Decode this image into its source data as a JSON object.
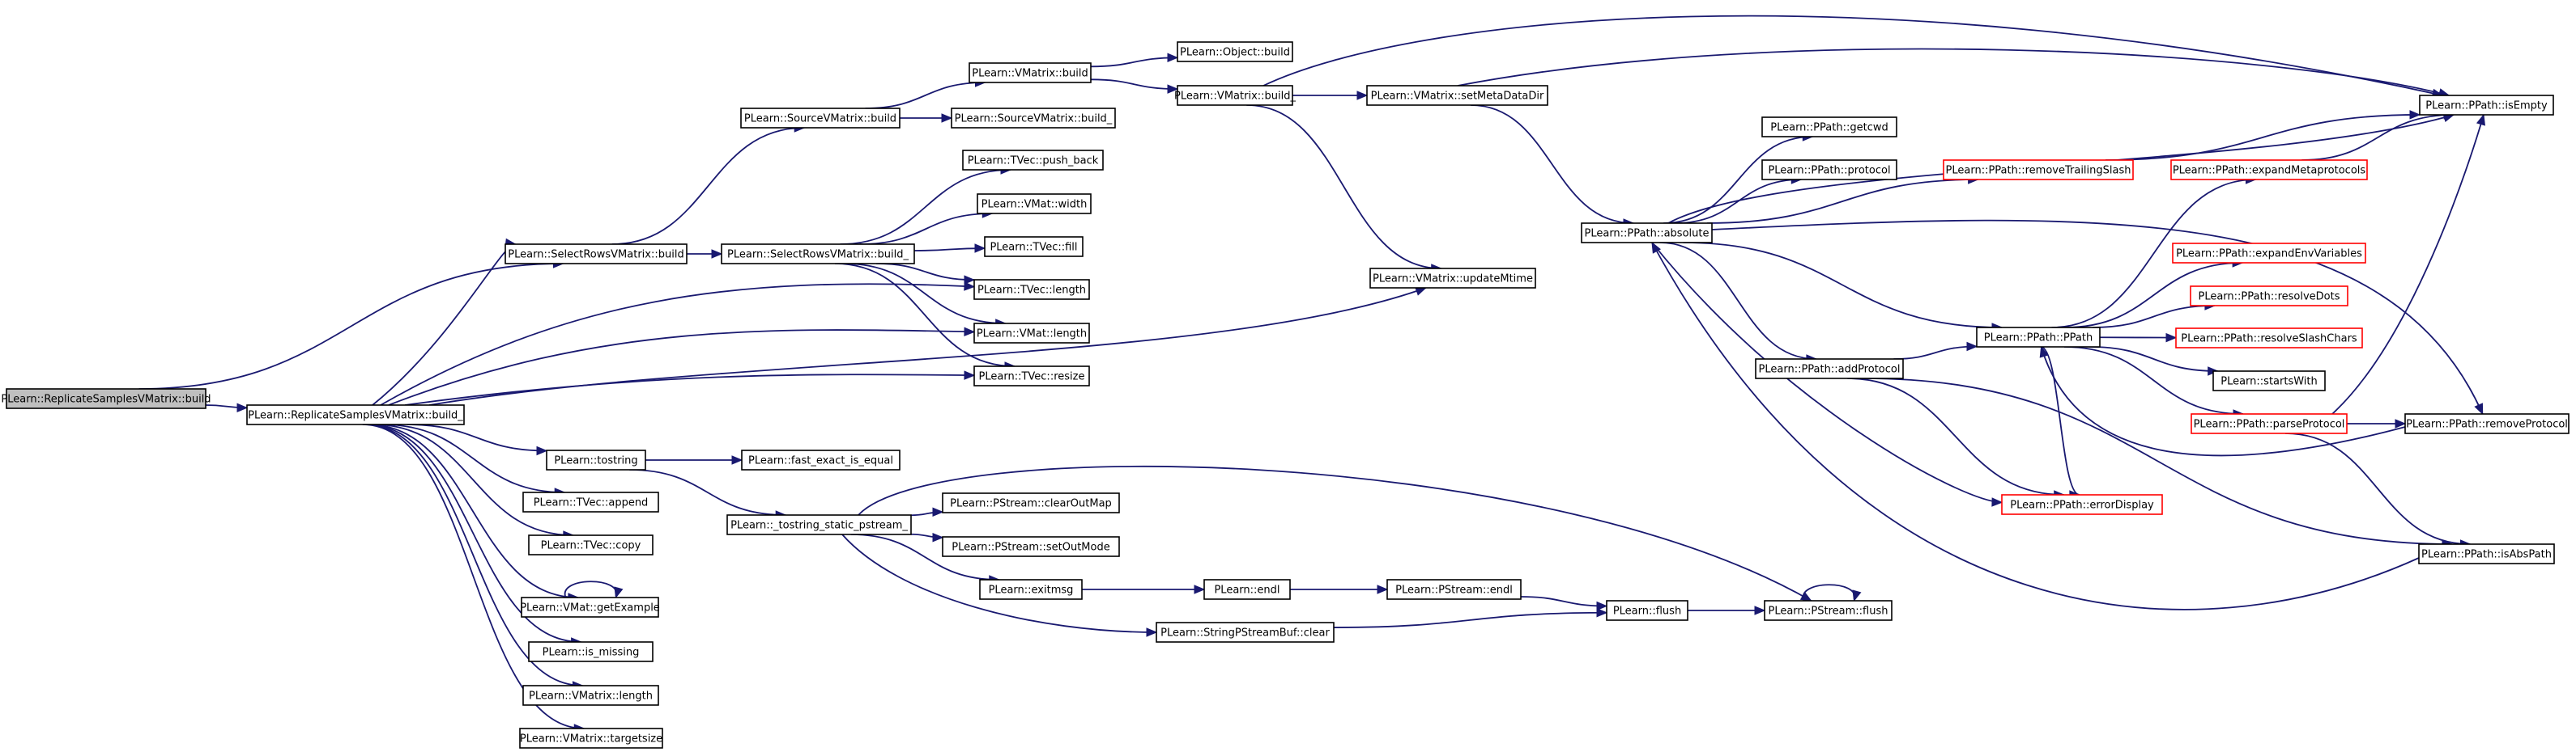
{
  "diagram": {
    "colors": {
      "edge": "#191970",
      "normal_border": "#000000",
      "truncated_border": "#ff0000",
      "root_fill": "#bfbfbf",
      "node_fill": "#ffffff"
    },
    "nodes": [
      {
        "id": "root",
        "label": "PLearn::ReplicateSamplesVMatrix::build",
        "style": "root"
      },
      {
        "id": "rsbuild_",
        "label": "PLearn::ReplicateSamplesVMatrix::build_"
      },
      {
        "id": "srbuild",
        "label": "PLearn::SelectRowsVMatrix::build"
      },
      {
        "id": "srbuild_",
        "label": "PLearn::SelectRowsVMatrix::build_"
      },
      {
        "id": "svbuild",
        "label": "PLearn::SourceVMatrix::build"
      },
      {
        "id": "svbuild_",
        "label": "PLearn::SourceVMatrix::build_"
      },
      {
        "id": "vmbuild",
        "label": "PLearn::VMatrix::build"
      },
      {
        "id": "objbuild",
        "label": "PLearn::Object::build"
      },
      {
        "id": "vmbuild_",
        "label": "PLearn::VMatrix::build_"
      },
      {
        "id": "setmeta",
        "label": "PLearn::VMatrix::setMetaDataDir"
      },
      {
        "id": "updmtime",
        "label": "PLearn::VMatrix::updateMtime"
      },
      {
        "id": "pushback",
        "label": "PLearn::TVec::push_back"
      },
      {
        "id": "vmatwidth",
        "label": "PLearn::VMat::width"
      },
      {
        "id": "tvecfill",
        "label": "PLearn::TVec::fill"
      },
      {
        "id": "tveclength",
        "label": "PLearn::TVec::length"
      },
      {
        "id": "vmatlength",
        "label": "PLearn::VMat::length"
      },
      {
        "id": "tvecresize",
        "label": "PLearn::TVec::resize"
      },
      {
        "id": "tostring",
        "label": "PLearn::tostring"
      },
      {
        "id": "fastequal",
        "label": "PLearn::fast_exact_is_equal"
      },
      {
        "id": "append",
        "label": "PLearn::TVec::append"
      },
      {
        "id": "copy",
        "label": "PLearn::TVec::copy"
      },
      {
        "id": "getexample",
        "label": "PLearn::VMat::getExample"
      },
      {
        "id": "ismissing",
        "label": "PLearn::is_missing"
      },
      {
        "id": "vmlength",
        "label": "PLearn::VMatrix::length"
      },
      {
        "id": "targetsize",
        "label": "PLearn::VMatrix::targetsize"
      },
      {
        "id": "tostatic",
        "label": "PLearn::_tostring_static_pstream_"
      },
      {
        "id": "clearout",
        "label": "PLearn::PStream::clearOutMap"
      },
      {
        "id": "setoutmode",
        "label": "PLearn::PStream::setOutMode"
      },
      {
        "id": "exitmsg",
        "label": "PLearn::exitmsg"
      },
      {
        "id": "endl",
        "label": "PLearn::endl"
      },
      {
        "id": "psendl",
        "label": "PLearn::PStream::endl"
      },
      {
        "id": "flush",
        "label": "PLearn::flush"
      },
      {
        "id": "psflush",
        "label": "PLearn::PStream::flush"
      },
      {
        "id": "spbclear",
        "label": "PLearn::StringPStreamBuf::clear"
      },
      {
        "id": "absolute",
        "label": "PLearn::PPath::absolute"
      },
      {
        "id": "getcwd",
        "label": "PLearn::PPath::getcwd"
      },
      {
        "id": "protocol",
        "label": "PLearn::PPath::protocol"
      },
      {
        "id": "addprotocol",
        "label": "PLearn::PPath::addProtocol"
      },
      {
        "id": "ppath",
        "label": "PLearn::PPath::PPath"
      },
      {
        "id": "removeslash",
        "label": "PLearn::PPath::removeTrailingSlash",
        "style": "truncated"
      },
      {
        "id": "expandmeta",
        "label": "PLearn::PPath::expandMetaprotocols",
        "style": "truncated"
      },
      {
        "id": "expandenv",
        "label": "PLearn::PPath::expandEnvVariables",
        "style": "truncated"
      },
      {
        "id": "resolvedots",
        "label": "PLearn::PPath::resolveDots",
        "style": "truncated"
      },
      {
        "id": "resolveslash",
        "label": "PLearn::PPath::resolveSlashChars",
        "style": "truncated"
      },
      {
        "id": "startswith",
        "label": "PLearn::startsWith"
      },
      {
        "id": "parseprotocol",
        "label": "PLearn::PPath::parseProtocol",
        "style": "truncated"
      },
      {
        "id": "errordisplay",
        "label": "PLearn::PPath::errorDisplay",
        "style": "truncated"
      },
      {
        "id": "isempty",
        "label": "PLearn::PPath::isEmpty"
      },
      {
        "id": "removeprotocol",
        "label": "PLearn::PPath::removeProtocol"
      },
      {
        "id": "isabspath",
        "label": "PLearn::PPath::isAbsPath"
      }
    ],
    "edges": [
      [
        "root",
        "srbuild"
      ],
      [
        "root",
        "rsbuild_"
      ],
      [
        "srbuild",
        "svbuild"
      ],
      [
        "srbuild",
        "srbuild_"
      ],
      [
        "svbuild",
        "vmbuild"
      ],
      [
        "svbuild",
        "svbuild_"
      ],
      [
        "vmbuild",
        "objbuild"
      ],
      [
        "vmbuild",
        "vmbuild_"
      ],
      [
        "vmbuild_",
        "isempty"
      ],
      [
        "vmbuild_",
        "setmeta"
      ],
      [
        "vmbuild_",
        "updmtime"
      ],
      [
        "setmeta",
        "isempty"
      ],
      [
        "setmeta",
        "absolute"
      ],
      [
        "srbuild_",
        "pushback"
      ],
      [
        "srbuild_",
        "vmatwidth"
      ],
      [
        "srbuild_",
        "tvecfill"
      ],
      [
        "srbuild_",
        "tveclength"
      ],
      [
        "srbuild_",
        "vmatlength"
      ],
      [
        "srbuild_",
        "tvecresize"
      ],
      [
        "rsbuild_",
        "srbuild"
      ],
      [
        "rsbuild_",
        "tveclength"
      ],
      [
        "rsbuild_",
        "vmatlength"
      ],
      [
        "rsbuild_",
        "tvecresize"
      ],
      [
        "rsbuild_",
        "updmtime"
      ],
      [
        "rsbuild_",
        "tostring"
      ],
      [
        "rsbuild_",
        "append"
      ],
      [
        "rsbuild_",
        "copy"
      ],
      [
        "rsbuild_",
        "getexample"
      ],
      [
        "rsbuild_",
        "ismissing"
      ],
      [
        "rsbuild_",
        "vmlength"
      ],
      [
        "rsbuild_",
        "targetsize"
      ],
      [
        "getexample",
        "getexample"
      ],
      [
        "tostring",
        "fastequal"
      ],
      [
        "tostring",
        "tostatic"
      ],
      [
        "tostatic",
        "clearout"
      ],
      [
        "tostatic",
        "setoutmode"
      ],
      [
        "tostatic",
        "exitmsg"
      ],
      [
        "tostatic",
        "spbclear"
      ],
      [
        "tostatic",
        "psflush"
      ],
      [
        "exitmsg",
        "endl"
      ],
      [
        "endl",
        "psendl"
      ],
      [
        "psendl",
        "flush"
      ],
      [
        "flush",
        "psflush"
      ],
      [
        "psflush",
        "psflush"
      ],
      [
        "spbclear",
        "flush"
      ],
      [
        "absolute",
        "getcwd"
      ],
      [
        "absolute",
        "protocol"
      ],
      [
        "absolute",
        "removeslash"
      ],
      [
        "absolute",
        "isempty"
      ],
      [
        "absolute",
        "ppath"
      ],
      [
        "absolute",
        "addprotocol"
      ],
      [
        "absolute",
        "errordisplay"
      ],
      [
        "absolute",
        "removeprotocol"
      ],
      [
        "addprotocol",
        "ppath"
      ],
      [
        "addprotocol",
        "errordisplay"
      ],
      [
        "addprotocol",
        "isabspath"
      ],
      [
        "removeslash",
        "isempty"
      ],
      [
        "expandmeta",
        "isempty"
      ],
      [
        "ppath",
        "expandmeta"
      ],
      [
        "ppath",
        "expandenv"
      ],
      [
        "ppath",
        "resolvedots"
      ],
      [
        "ppath",
        "resolveslash"
      ],
      [
        "ppath",
        "startswith"
      ],
      [
        "ppath",
        "parseprotocol"
      ],
      [
        "ppath",
        "errordisplay"
      ],
      [
        "parseprotocol",
        "isempty"
      ],
      [
        "parseprotocol",
        "removeprotocol"
      ],
      [
        "parseprotocol",
        "isabspath"
      ],
      [
        "removeprotocol",
        "ppath"
      ],
      [
        "isabspath",
        "absolute"
      ]
    ]
  }
}
